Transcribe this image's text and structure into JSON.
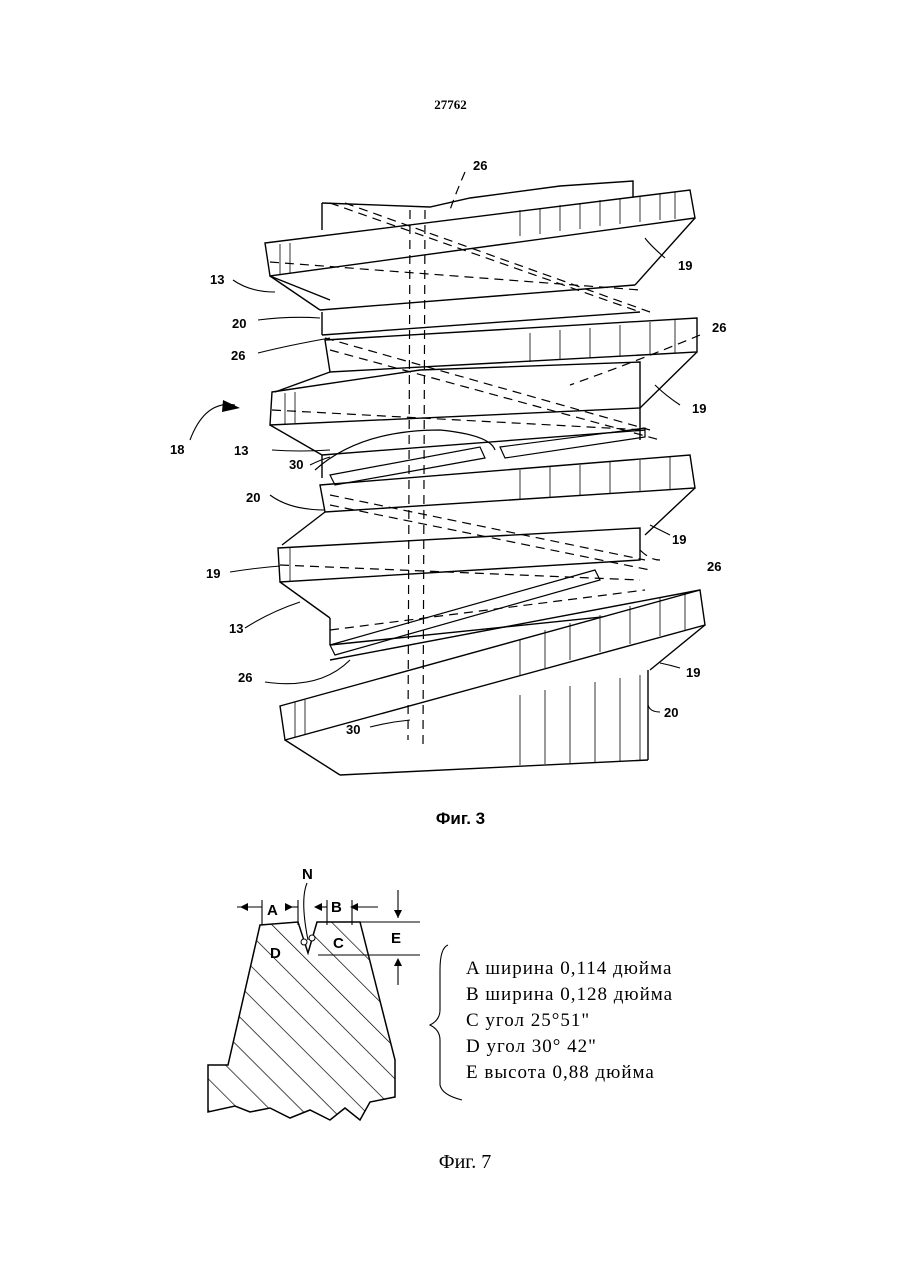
{
  "page_number": "27762",
  "figure3": {
    "caption": "Фиг. 3",
    "labels": {
      "l26_top": "26",
      "l19_a": "19",
      "l13_a": "13",
      "l20_a": "20",
      "l26_left": "26",
      "l26_right": "26",
      "l19_b": "19",
      "l18": "18",
      "l13_b": "13",
      "l30_a": "30",
      "l20_b": "20",
      "l19_c": "19",
      "l19_left": "19",
      "l26_r2": "26",
      "l13_c": "13",
      "l19_d": "19",
      "l26_bottom": "26",
      "l20_c": "20",
      "l30_b": "30"
    }
  },
  "figure7": {
    "caption": "Фиг. 7",
    "labels": {
      "n": "N",
      "a": "A",
      "b": "B",
      "c": "C",
      "d": "D",
      "e": "E"
    },
    "legend": [
      "A ширина 0,114 дюйма",
      "B  ширина 0,128 дюйма",
      "C угол 25°51\"",
      "D угол 30° 42\"",
      "E  высота 0,88 дюйма"
    ]
  }
}
